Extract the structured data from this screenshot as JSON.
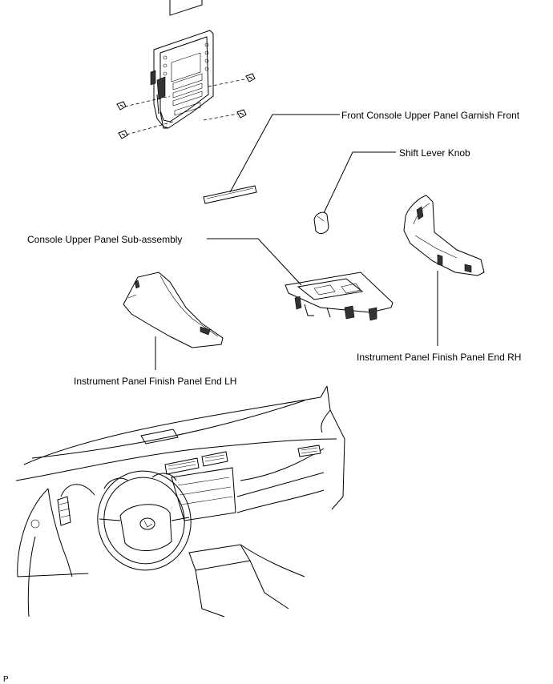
{
  "labels": {
    "front_console_upper_panel_garnish_front": "Front Console Upper Panel Garnish Front",
    "shift_lever_knob": "Shift Lever Knob",
    "console_upper_panel_sub_assembly": "Console Upper Panel Sub-assembly",
    "instrument_panel_finish_panel_end_rh": "Instrument Panel Finish Panel End RH",
    "instrument_panel_finish_panel_end_lh": "Instrument Panel Finish Panel End LH"
  },
  "figure_code": "P",
  "icons": {
    "screw": "screw-icon",
    "logo": "steering-wheel-emblem-icon"
  }
}
